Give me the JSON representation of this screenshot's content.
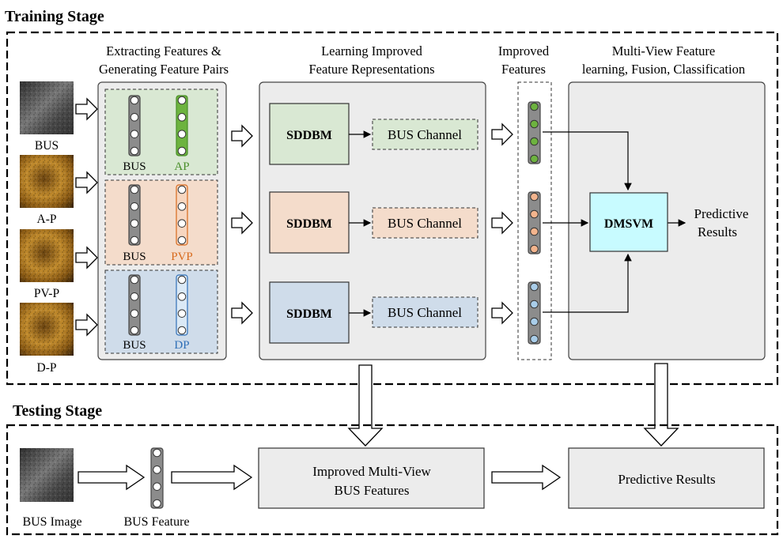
{
  "training": {
    "title": "Training Stage",
    "col1_header": [
      "Extracting Features &",
      "Generating Feature Pairs"
    ],
    "col2_header": [
      "Learning Improved",
      "Feature Representations"
    ],
    "col3_header": [
      "Improved",
      "Features"
    ],
    "col4_header": [
      "Multi-View Feature",
      "learning, Fusion, Classification"
    ],
    "images": [
      "BUS",
      "A-P",
      "PV-P",
      "D-P"
    ],
    "pairs": [
      {
        "left": "BUS",
        "right": "AP",
        "right_color": "#4a8f2a",
        "bg": "#d9e8d3",
        "node": "#6db33f"
      },
      {
        "left": "BUS",
        "right": "PVP",
        "right_color": "#d86a1c",
        "bg": "#f4dccb",
        "node": "#f3b48d"
      },
      {
        "left": "BUS",
        "right": "DP",
        "right_color": "#2f6fb7",
        "bg": "#cfdcea",
        "node": "#a9cde9"
      }
    ],
    "sddbm": [
      {
        "label": "SDDBM",
        "bg": "#d9e8d3"
      },
      {
        "label": "SDDBM",
        "bg": "#f4dccb"
      },
      {
        "label": "SDDBM",
        "bg": "#cfdcea"
      }
    ],
    "channels": [
      "BUS Channel",
      "BUS Channel",
      "BUS Channel"
    ],
    "dmsvm": "DMSVM",
    "dmsvm_color": "#c8fbff",
    "result": [
      "Predictive",
      "Results"
    ]
  },
  "testing": {
    "title": "Testing Stage",
    "image_label": "BUS Image",
    "feature_label": "BUS Feature",
    "improved": [
      "Improved Multi-View",
      "BUS Features"
    ],
    "result": "Predictive Results"
  }
}
